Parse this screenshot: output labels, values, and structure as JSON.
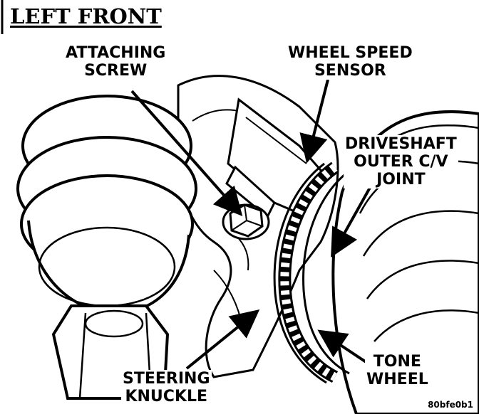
{
  "title": "LEFT FRONT",
  "labels": {
    "attaching_screw": [
      "ATTACHING",
      "SCREW"
    ],
    "wheel_speed_sensor": [
      "WHEEL SPEED",
      "SENSOR"
    ],
    "driveshaft_cv_joint": [
      "DRIVESHAFT",
      "OUTER C/V",
      "JOINT"
    ],
    "tone_wheel": [
      "TONE",
      "WHEEL"
    ],
    "steering_knuckle": [
      "STEERING",
      "KNUCKLE"
    ]
  },
  "figure_code": "80bfe0b1"
}
